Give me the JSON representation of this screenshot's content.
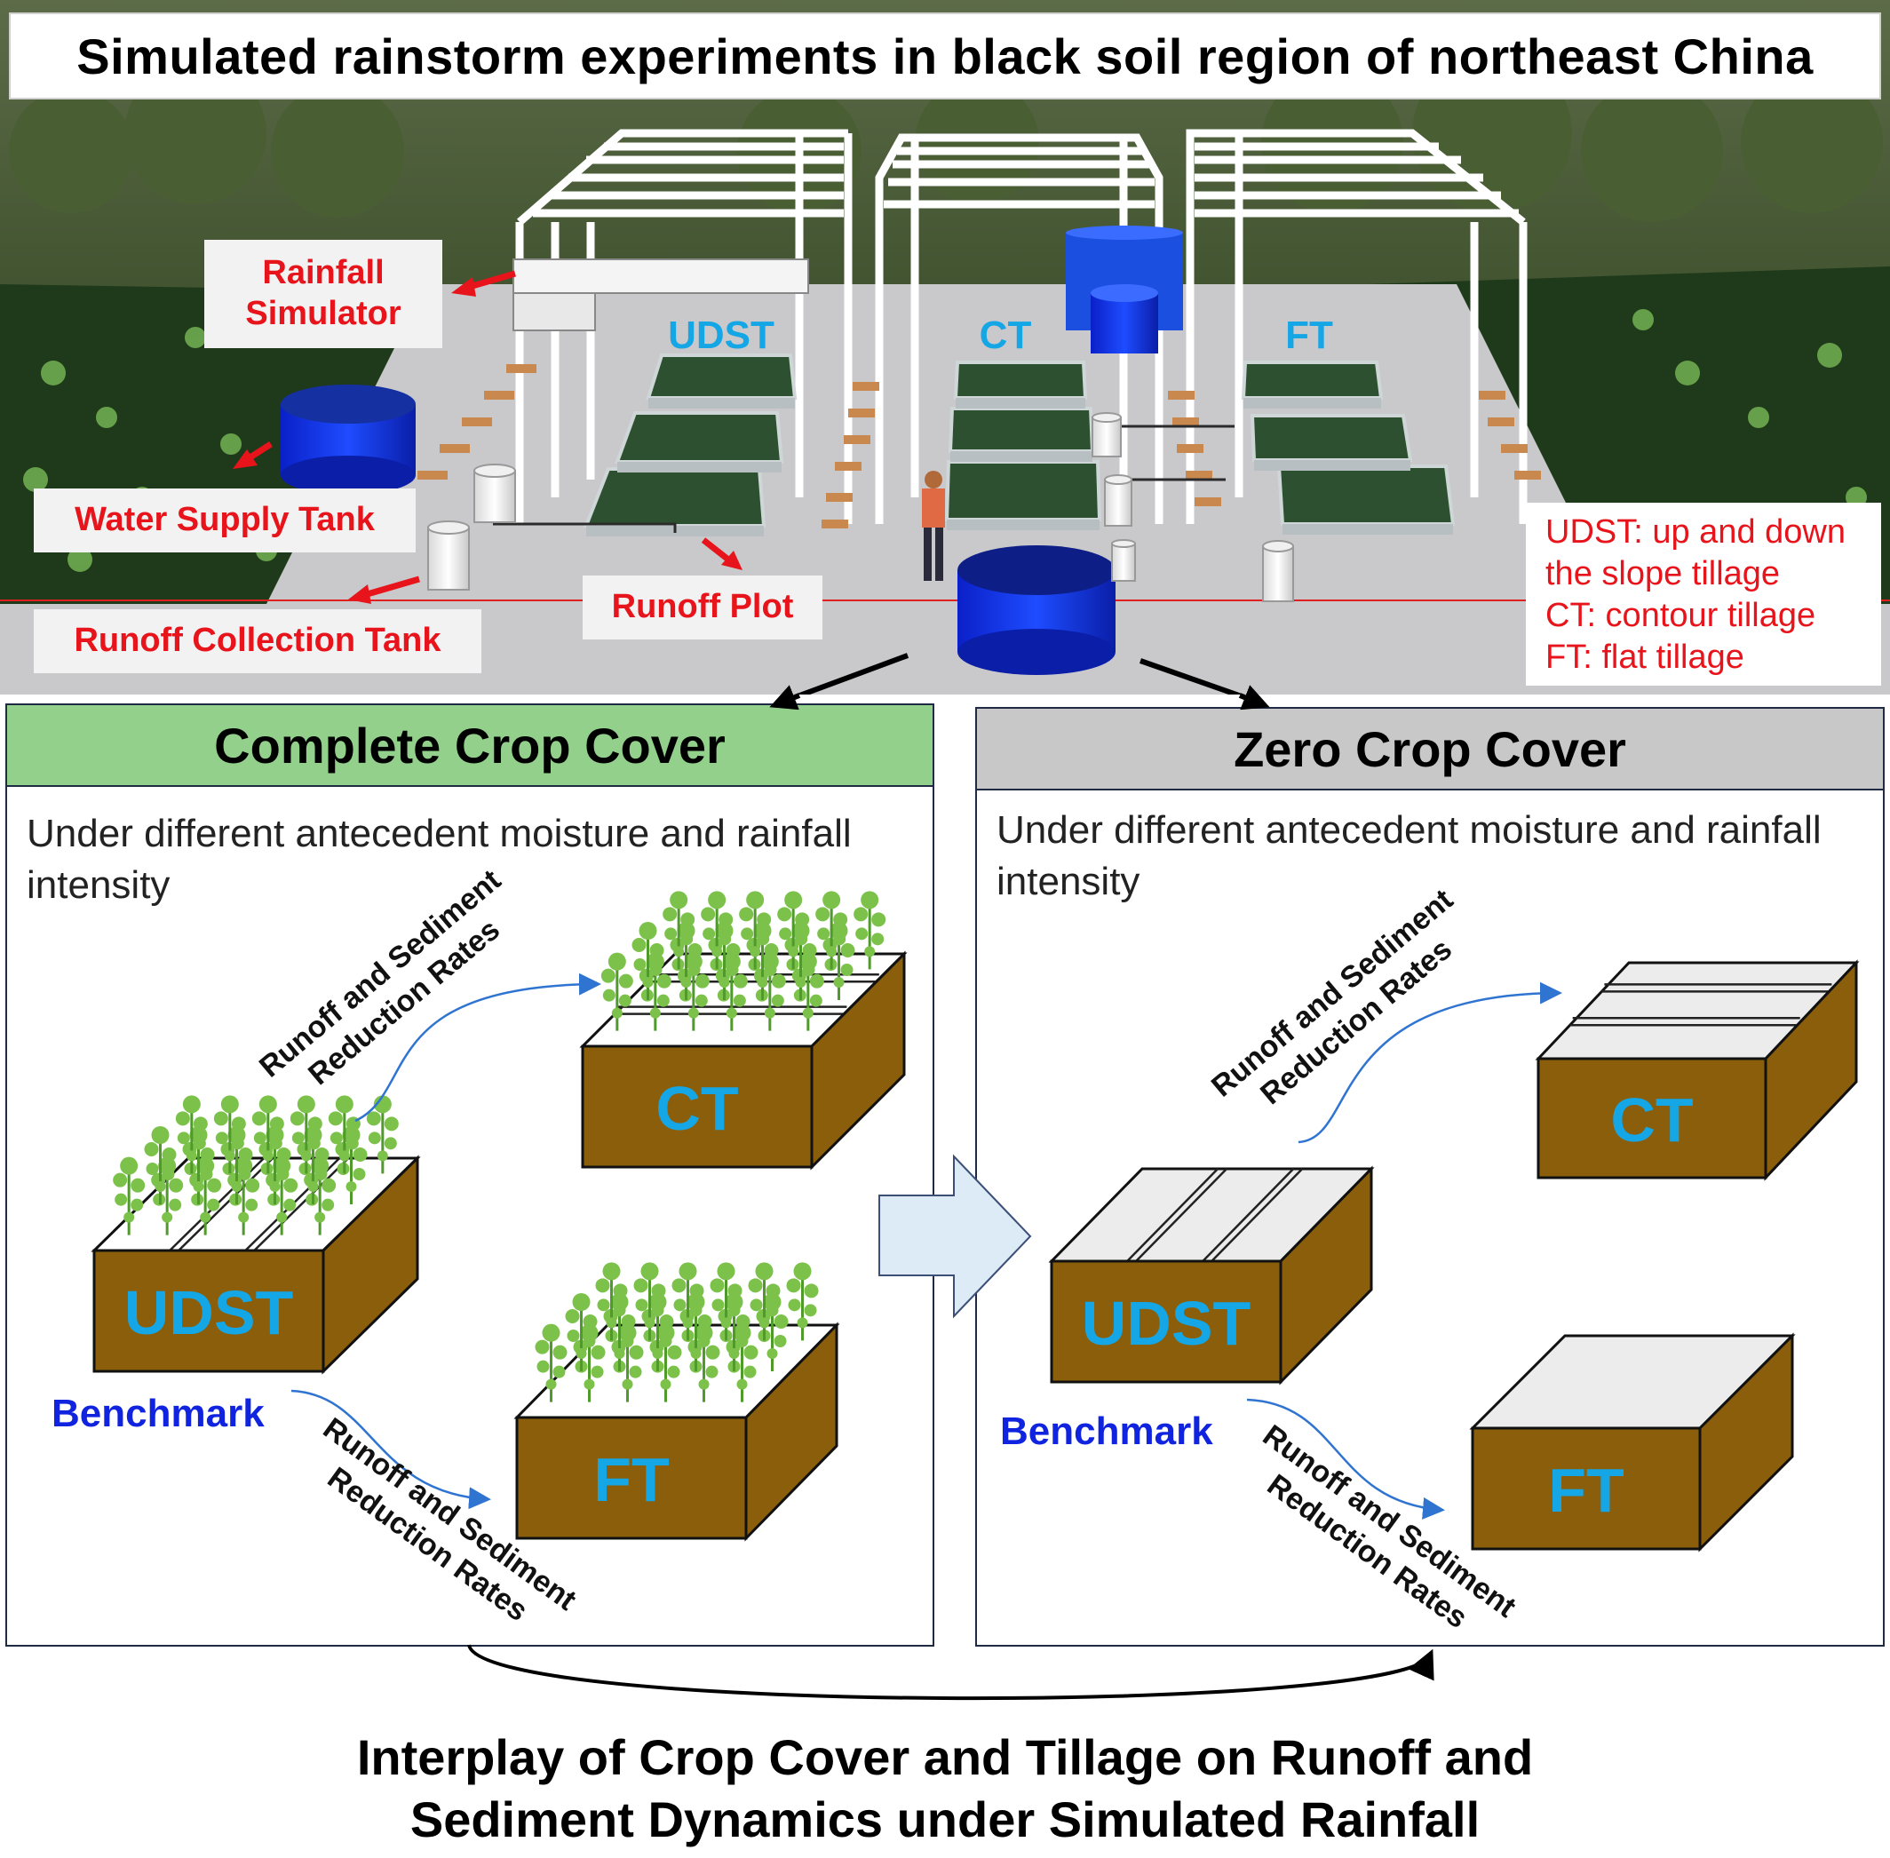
{
  "title": "Simulated rainstorm experiments in black soil region of northeast China",
  "callouts": {
    "rainfall_simulator": "Rainfall Simulator",
    "water_supply_tank": "Water Supply Tank",
    "runoff_collection_tank": "Runoff Collection Tank",
    "runoff_plot": "Runoff Plot"
  },
  "scene_labels": {
    "udst": "UDST",
    "ct": "CT",
    "ft": "FT"
  },
  "legend": [
    "UDST: up and down",
    "the slope tillage",
    "CT: contour tillage",
    "FT: flat tillage"
  ],
  "panels": {
    "complete": {
      "title": "Complete Crop Cover",
      "subtitle": "Under different antecedent moisture and rainfall intensity",
      "header_color": "#92d08b"
    },
    "zero": {
      "title": "Zero Crop Cover",
      "subtitle": "Under different antecedent moisture and rainfall intensity",
      "header_color": "#c8c8c8"
    }
  },
  "diagram_labels": {
    "benchmark": "Benchmark",
    "reduction_line1": "Runoff and Sediment",
    "reduction_line2": "Reduction Rates",
    "udst": "UDST",
    "ct": "CT",
    "ft": "FT"
  },
  "bottom_title": {
    "line1": "Interplay of Crop Cover and Tillage on Runoff and",
    "line2": "Sediment Dynamics under Simulated Rainfall"
  },
  "colors": {
    "soil": "#8a5e0a",
    "box_label": "#15a6e6",
    "callout_red": "#e8141b",
    "benchmark_blue": "#1024e0",
    "plant_green": "#7cc24a"
  }
}
